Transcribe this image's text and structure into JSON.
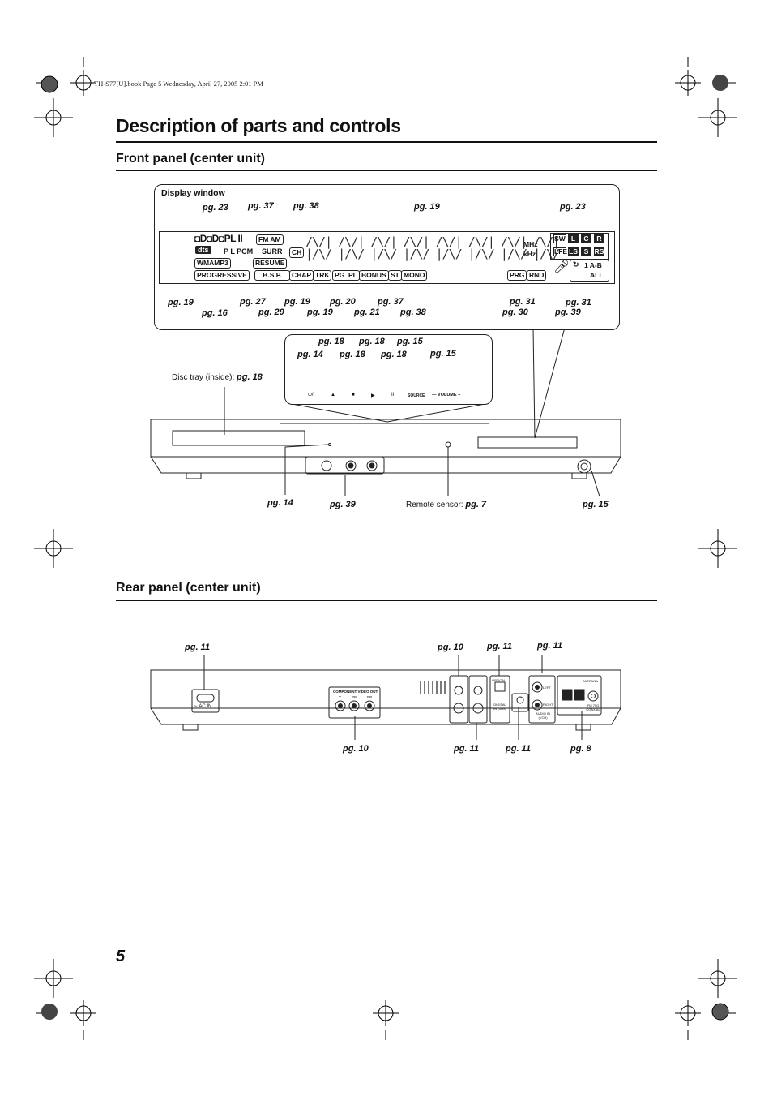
{
  "header": {
    "file_info": "TH-S77[U].book  Page 5  Wednesday, April 27, 2005  2:01 PM"
  },
  "title": "Description of parts and controls",
  "sections": {
    "front": "Front panel (center unit)",
    "rear": "Rear panel (center unit)"
  },
  "display_window": {
    "label": "Display window",
    "indicators": {
      "fm_am": "FM AM",
      "pl_pcm": "P L PCM",
      "surr": "SURR",
      "wmamp3": "WMAMP3",
      "resume": "RESUME",
      "progressive": "PROGRESSIVE",
      "bsp": "B.S.P.",
      "chap": "CHAP",
      "trk": "TRK",
      "pgpl": "PG  PL",
      "bonus": "BONUS",
      "st": "ST",
      "mono": "MONO",
      "ch": "CH",
      "prg": "PRG",
      "rnd": "RND",
      "mhz": "MHz",
      "khz": "kHz",
      "sw": "SW",
      "l": "L",
      "c": "C",
      "r": "R",
      "lfe": "LFE",
      "ls": "LS",
      "s": "S",
      "rs": "RS",
      "ab": "1 A-B",
      "all": "ALL",
      "dolby": "◘D◘D◘PL II",
      "dts": "dts"
    }
  },
  "front_pages": {
    "top": [
      "pg. 23",
      "pg. 37",
      "pg. 38",
      "pg. 19",
      "pg. 23"
    ],
    "bottom_row1": [
      "pg. 19",
      "pg. 27",
      "pg. 19",
      "pg. 20",
      "pg. 37",
      "pg. 31",
      "pg. 31"
    ],
    "bottom_row2": [
      "pg. 16",
      "pg. 29",
      "pg. 19",
      "pg. 21",
      "pg. 38",
      "pg. 30",
      "pg. 39"
    ]
  },
  "buttons_callout": {
    "row1": [
      "pg. 18",
      "pg. 18",
      "pg. 15"
    ],
    "row2": [
      "pg. 14",
      "pg. 18",
      "pg. 18",
      "pg. 15"
    ],
    "labels": [
      "⏻/I",
      "▲",
      "■",
      "▶",
      "II",
      "SOURCE",
      "—  VOLUME  +"
    ]
  },
  "front_unit": {
    "disc_tray": "Disc tray (inside): ",
    "disc_tray_pg": "pg. 18",
    "pg_left": "pg. 14",
    "pg_jacks": "pg. 39",
    "remote_sensor": "Remote sensor: ",
    "remote_pg": "pg. 7",
    "pg_right": "pg. 15"
  },
  "rear_pages": {
    "top": [
      "pg. 11",
      "pg. 10",
      "pg. 11",
      "pg. 11"
    ],
    "bottom": [
      "pg. 10",
      "pg. 11",
      "pg. 11",
      "pg. 8"
    ]
  },
  "rear_unit": {
    "ac_in": "∼ AC IN",
    "component": "COMPONENT VIDEO OUT",
    "y": "Y",
    "pb": "PB",
    "pr": "PR",
    "optical": "OPTICAL",
    "digital_in": "DIGITAL IN (DBS)",
    "left": "LEFT",
    "right": "RIGHT",
    "audio_in": "AUDIO IN (VCR)",
    "antenna": "ANTENNA",
    "fm_coax": "FM 75Ω COAXIAL"
  },
  "page_number": "5"
}
